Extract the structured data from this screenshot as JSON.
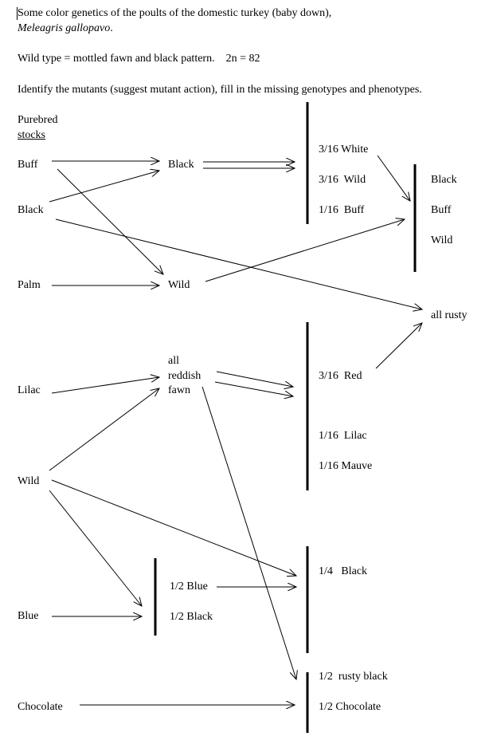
{
  "header": {
    "line1": "Some color genetics of the poults of the domestic turkey (baby down),",
    "species": "Meleagris gallopavo",
    "species_period": ".",
    "wild_type": "Wild type = mottled fawn and black pattern.    2n = 82",
    "instructions": "Identify the mutants (suggest mutant action), fill in the missing genotypes and phenotypes."
  },
  "stocks": {
    "heading1": "Purebred",
    "heading2": "stocks",
    "items": [
      "Buff",
      "Black",
      "Palm",
      "Lilac",
      "Wild",
      "Blue",
      "Chocolate"
    ]
  },
  "f1": {
    "black": "Black",
    "wild": "Wild",
    "reddish": [
      "all",
      "reddish",
      "fawn"
    ],
    "blue_cross": [
      "1/2 Blue",
      "1/2 Black"
    ]
  },
  "f2": {
    "group1": [
      "3/16 White",
      "3/16  Wild",
      "1/16  Buff"
    ],
    "group2": [
      "Black",
      "Buff",
      "Wild"
    ],
    "all_rusty": "all rusty",
    "group3": [
      "3/16  Red",
      "1/16  Lilac",
      "1/16 Mauve"
    ],
    "group4": [
      "1/4   Black"
    ],
    "group5": [
      "1/2  rusty black",
      "1/2 Chocolate"
    ]
  }
}
